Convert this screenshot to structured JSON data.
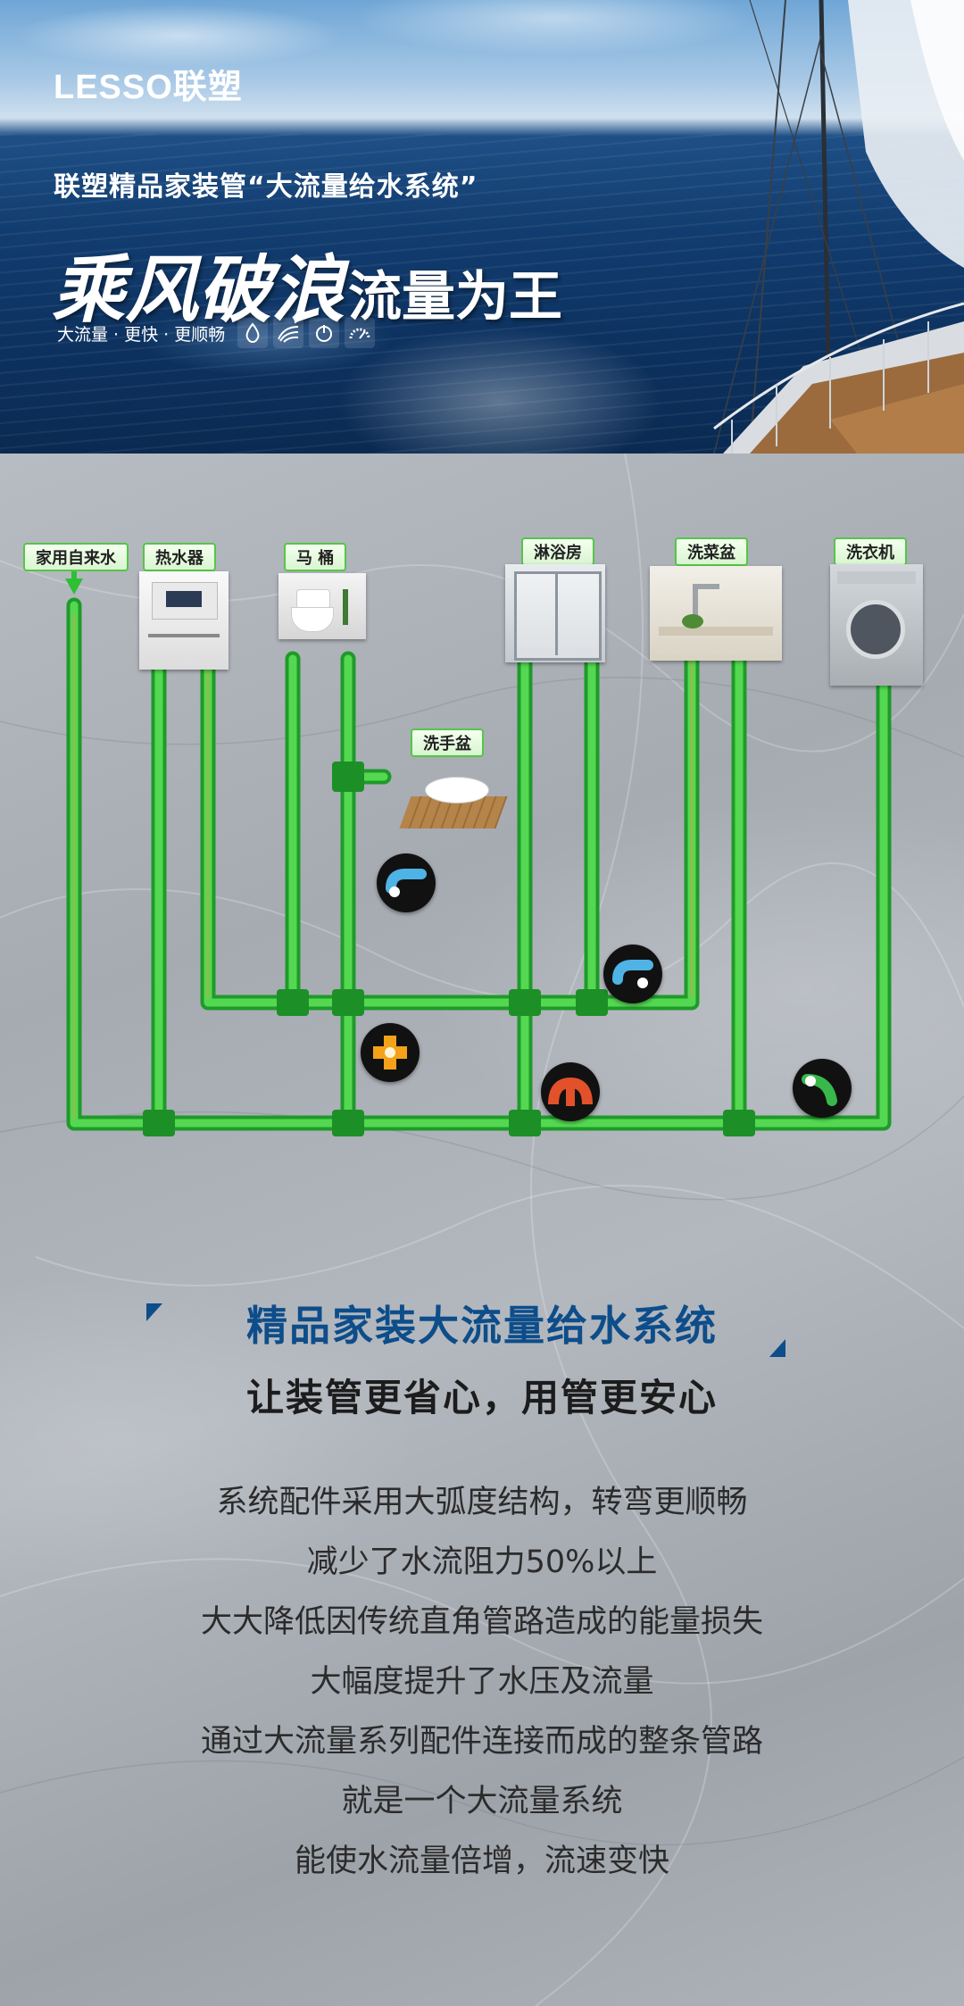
{
  "header": {
    "logo": "LESSO联塑",
    "subtitle": "联塑精品家装管“大流量给水系统”",
    "headline_big": "乘风破浪",
    "headline_small": "流量为王",
    "tagline": "大流量 · 更快 · 更顺畅",
    "feature_icons": [
      "water-drop-icon",
      "flow-waves-icon",
      "power-icon",
      "gauge-icon"
    ]
  },
  "diagram": {
    "labels": {
      "tap_water": "家用自来水",
      "water_heater": "热水器",
      "toilet": "马 桶",
      "wash_basin": "洗手盆",
      "shower": "淋浴房",
      "sink": "洗菜盆",
      "washer": "洗衣机"
    },
    "pipe_color": "#3cc23a",
    "pipe_highlight": "#c8a24a"
  },
  "section": {
    "title": "精品家装大流量给水系统",
    "subtitle": "让装管更省心，用管更安心",
    "lines": [
      "系统配件采用大弧度结构，转弯更顺畅",
      "减少了水流阻力50%以上",
      "大大降低因传统直角管路造成的能量损失",
      "大幅度提升了水压及流量",
      "通过大流量系列配件连接而成的整条管路",
      "就是一个大流量系统",
      "能使水流量倍增，流速变快"
    ],
    "title_color": "#0d4d8a"
  }
}
